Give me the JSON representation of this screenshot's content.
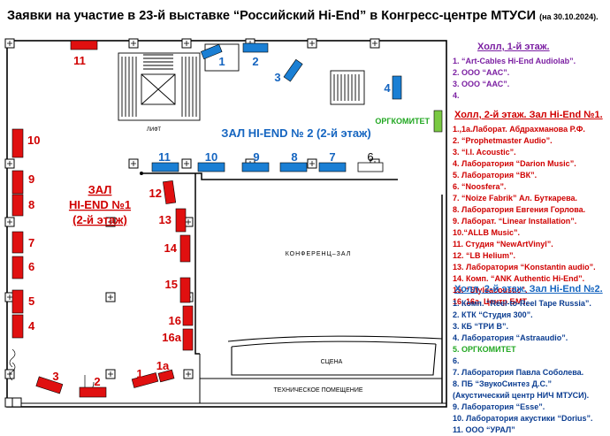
{
  "title": {
    "main": "Заявки на участие в 23-й выставке “Российский Hi-End” в Конгресс-центре МТУСИ",
    "date": "(на 30.10.2024)."
  },
  "plan_labels": {
    "elevator": "ЛИФТ",
    "hall2_title": "ЗАЛ HI-END № 2  (2-й этаж)",
    "hall1_line1": "ЗАЛ",
    "hall1_line2": "HI-END №1",
    "hall1_line3": "(2-й этаж)",
    "conference": "КОНФЕРЕНЦ–ЗАЛ",
    "stage": "СЦЕНА",
    "tech_room": "ТЕХНИЧЕСКОЕ ПОМЕЩЕНИЕ",
    "org_committee": "ОРГКОМИТЕТ"
  },
  "colors": {
    "hall1_booth": "#e01010",
    "hall2_booth": "#1a7fd4",
    "org_booth": "#7ac943",
    "hall1_text": "#d00000",
    "hall2_text": "#1565c0",
    "lobby_text": "#7b1fa2",
    "org_text": "#22a722"
  },
  "booths": {
    "b11_top": "11",
    "h_1": "1",
    "h_2": "2",
    "h_3": "3",
    "h_4": "4",
    "t_11": "11",
    "t_10": "10",
    "t_9": "9",
    "t_8": "8",
    "t_7": "7",
    "t_6": "6",
    "l_10": "10",
    "l_9": "9",
    "l_8": "8",
    "l_7": "7",
    "l_6": "6",
    "l_5": "5",
    "l_4": "4",
    "c_12": "12",
    "c_13": "13",
    "c_14": "14",
    "c_15": "15",
    "c_16": "16",
    "c_16a": "16а",
    "bt_3": "3",
    "bt_2": "2",
    "bt_1": "1",
    "bt_1a": "1а"
  },
  "legend_lobby": {
    "header": "Холл, 1-й этаж.",
    "items": [
      "1. “Art-Cables Hi-End Audiolab”.",
      "2. ООО “ААС”.",
      "3. ООО “ААС”.",
      "4."
    ]
  },
  "legend_hall1": {
    "header": "Холл, 2-й этаж. Зал Hi-End №1.",
    "items": [
      "1.,1а.Лаборат. Абдрахманова Р.Ф.",
      "2. “Prophetmaster Audio”.",
      "3. “I.I. Acoustic”.",
      "4. Лаборатория “Darion Music”.",
      "5. Лаборатория “ВК”.",
      "6. “Noosfera”.",
      "7. “Noize Fabrik” Ал. Буткарева.",
      "8. Лаборатория Евгения Горлова.",
      "9. Лаборат. “Linear Installation”.",
      "10.“ALLB Music”.",
      "11. Студия “NewArtVinyl”.",
      "12. “LB Helium”.",
      "13. Лаборатория “Konstantin audio”.",
      "14. Комп. “ANK Authentic Hi-End”.",
      "15. “Styleacoustic”.",
      "16.,16а. Центр БМТ."
    ]
  },
  "legend_hall2": {
    "header": "Холл, 2-й этаж. Зал Hi-End  №2.",
    "items": [
      "1. Комп.  “Reel-to-Reel Tape Russia”.",
      "2. КТК “Студия 300”.",
      "3. КБ “ТРИ В”.",
      "4. Лаборатория “Astraaudio”.",
      "5. ОРГКОМИТЕТ",
      "6.",
      "7. Лаборатория Павла Соболева.",
      "8. ПБ “ЗвукоСинтез Д.С.”",
      "(Акустический центр НИЧ МТУСИ).",
      "9. Лаборатория “Esse”.",
      "10. Лаборатория акустики “Dorius”.",
      "11. ООО “УРАЛ”"
    ]
  }
}
